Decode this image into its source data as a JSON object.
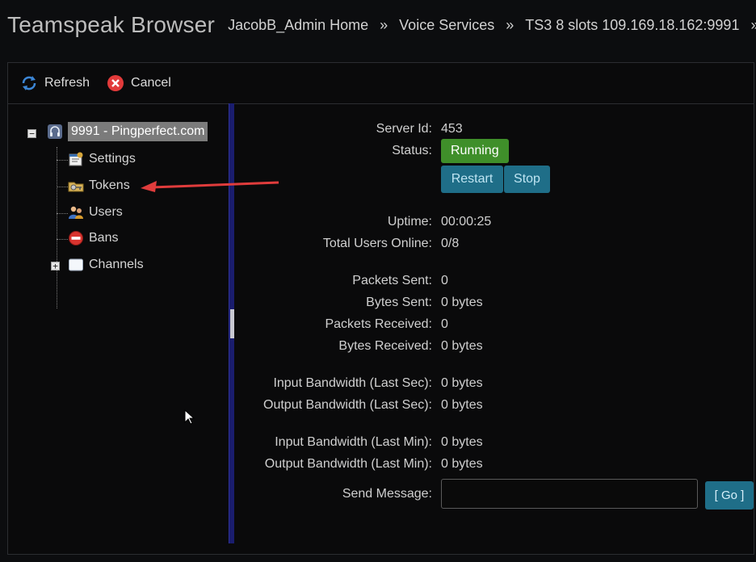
{
  "header": {
    "app_title": "Teamspeak Browser",
    "breadcrumbs": [
      "JacobB_Admin Home",
      "Voice Services",
      "TS3 8 slots 109.169.18.162:9991"
    ],
    "separator": "»"
  },
  "toolbar": {
    "refresh_label": "Refresh",
    "cancel_label": "Cancel"
  },
  "tree": {
    "root_label": "9991 - Pingperfect.com",
    "items": [
      {
        "label": "Settings",
        "icon": "settings-icon"
      },
      {
        "label": "Tokens",
        "icon": "tokens-icon"
      },
      {
        "label": "Users",
        "icon": "users-icon"
      },
      {
        "label": "Bans",
        "icon": "ban-icon"
      },
      {
        "label": "Channels",
        "icon": "channels-icon"
      }
    ],
    "expander_minus": "−",
    "expander_plus": "+"
  },
  "details": {
    "server_id_label": "Server Id:",
    "server_id": "453",
    "status_label": "Status:",
    "status": "Running",
    "restart_label": "Restart",
    "stop_label": "Stop",
    "uptime_label": "Uptime:",
    "uptime": "00:00:25",
    "total_users_label": "Total Users Online:",
    "total_users": "0/8",
    "packets_sent_label": "Packets Sent:",
    "packets_sent": "0",
    "bytes_sent_label": "Bytes Sent:",
    "bytes_sent": "0 bytes",
    "packets_received_label": "Packets Received:",
    "packets_received": "0",
    "bytes_received_label": "Bytes Received:",
    "bytes_received": "0 bytes",
    "input_bw_sec_label": "Input Bandwidth (Last Sec):",
    "input_bw_sec": "0 bytes",
    "output_bw_sec_label": "Output Bandwidth (Last Sec):",
    "output_bw_sec": "0 bytes",
    "input_bw_min_label": "Input Bandwidth (Last Min):",
    "input_bw_min": "0 bytes",
    "output_bw_min_label": "Output Bandwidth (Last Min):",
    "output_bw_min": "0 bytes",
    "send_message_label": "Send Message:",
    "send_message_value": "",
    "go_label": "[ Go ]"
  },
  "colors": {
    "running": "#3f8f2a",
    "button_blue": "#1f6e88",
    "annotation_arrow": "#e03c3c",
    "splitter": "#1a1d6e"
  }
}
